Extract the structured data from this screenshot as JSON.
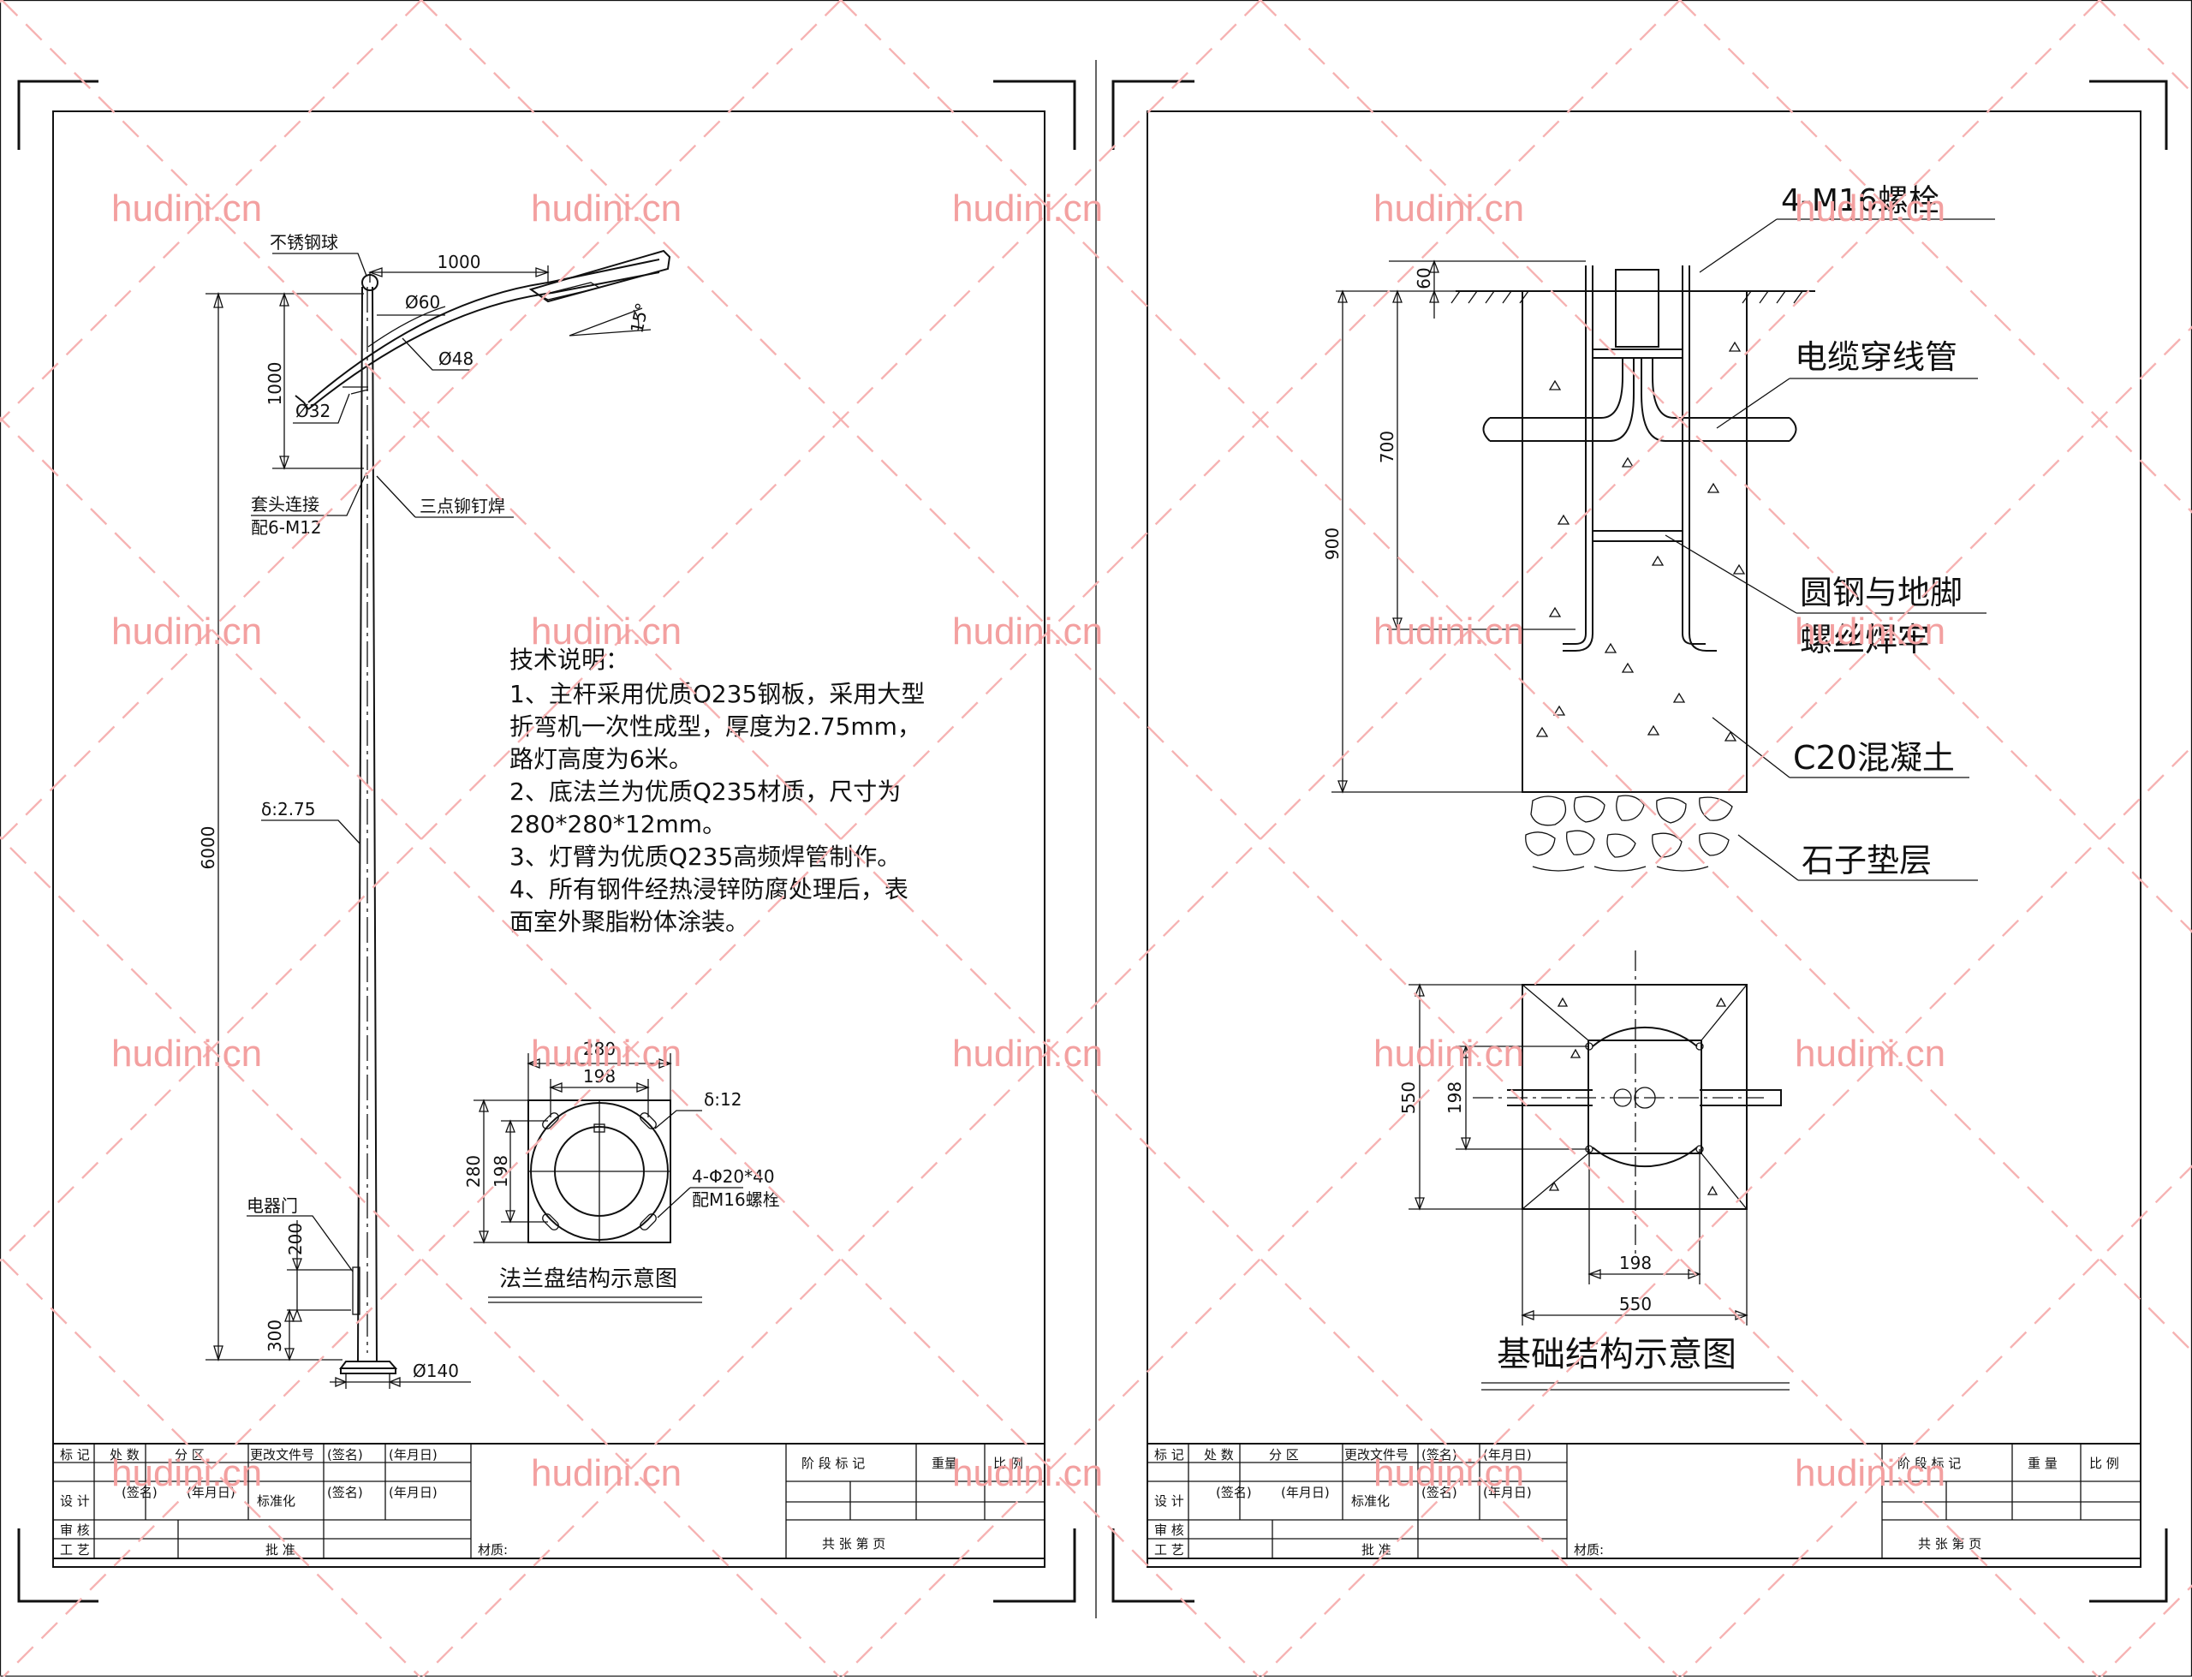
{
  "watermark": "hudini.cn",
  "left_sheet": {
    "pole_labels": {
      "ball": "不锈钢球",
      "arm_len": "1000",
      "d60": "Ø60",
      "d48": "Ø48",
      "d32": "Ø32",
      "angle": "15°",
      "arm_height": "1000",
      "joint": "套头连接",
      "joint_bolt": "配6-M12",
      "weld": "三点铆钉焊",
      "thickness": "δ:2.75",
      "total_height": "6000",
      "door": "电器门",
      "door_h": "200",
      "base_h": "300",
      "base_d": "Ø140"
    },
    "tech_title": "技术说明：",
    "tech_lines": [
      "1、主杆采用优质Q235钢板，采用大型",
      "折弯机一次性成型，厚度为2.75mm，",
      "路灯高度为6米。",
      "2、底法兰为优质Q235材质，尺寸为",
      "280*280*12mm。",
      "3、灯臂为优质Q235高频焊管制作。",
      "4、所有钢件经热浸锌防腐处理后，表",
      "面室外聚脂粉体涂装。"
    ],
    "flange": {
      "w280": "280",
      "w198": "198",
      "thk": "δ:12",
      "h280": "280",
      "h198": "198",
      "holes": "4-Φ20*40",
      "bolts": "配M16螺栓",
      "title": "法兰盘结构示意图"
    }
  },
  "right_sheet": {
    "foundation": {
      "bolt": "4-M16螺栓",
      "d60": "60",
      "d700": "700",
      "d900": "900",
      "conduit": "电缆穿线管",
      "weld1": "圆钢与地脚",
      "weld2": "螺丝焊牢",
      "concrete": "C20混凝土",
      "gravel": "石子垫层"
    },
    "plan": {
      "h550": "550",
      "h198": "198",
      "w198": "198",
      "w550": "550",
      "title": "基础结构示意图"
    }
  },
  "title_block": {
    "r1": [
      "标 记",
      "处 数",
      "分 区",
      "更改文件号",
      "(签名)",
      "(年月日)"
    ],
    "r2": [
      "设 计",
      "(签名)",
      "(年月日)",
      "标准化",
      "(签名)",
      "(年月日)"
    ],
    "r3": [
      "审 核"
    ],
    "r4": [
      "工 艺",
      "批 准"
    ],
    "material": "材质:",
    "stage": "阶 段 标 记",
    "weight": "重量",
    "scale": "比 例",
    "sheets": "共  张  第  页",
    "stage_r": "阶 段 标 记",
    "weight_r": "重 量",
    "scale_r": "比 例",
    "sheets_r": "共  张  第  页"
  }
}
